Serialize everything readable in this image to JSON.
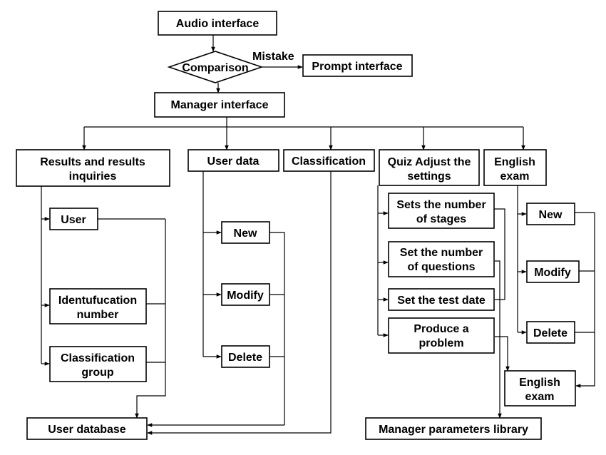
{
  "nodes": {
    "audio_interface": "Audio interface",
    "comparison": "Comparison",
    "mistake": "Mistake",
    "prompt_interface": "Prompt interface",
    "manager_interface": "Manager interface",
    "results_inquiries_1": "Results and results",
    "results_inquiries_2": "inquiries",
    "user_data": "User data",
    "classification": "Classification",
    "quiz_settings_1": "Quiz Adjust the",
    "quiz_settings_2": "settings",
    "english_exam_1": "English",
    "english_exam_2": "exam",
    "user": "User",
    "id_number_1": "Identufucation",
    "id_number_2": "number",
    "class_group_1": "Classification",
    "class_group_2": "group",
    "ud_new": "New",
    "ud_modify": "Modify",
    "ud_delete": "Delete",
    "stages_1": "Sets the number",
    "stages_2": "of stages",
    "questions_1": "Set the number",
    "questions_2": "of questions",
    "test_date": "Set the test date",
    "produce_1": "Produce a",
    "produce_2": "problem",
    "ex_new": "New",
    "ex_modify": "Modify",
    "ex_delete": "Delete",
    "exam_out_1": "English",
    "exam_out_2": "exam",
    "user_database": "User database",
    "manager_library": "Manager parameters library"
  }
}
